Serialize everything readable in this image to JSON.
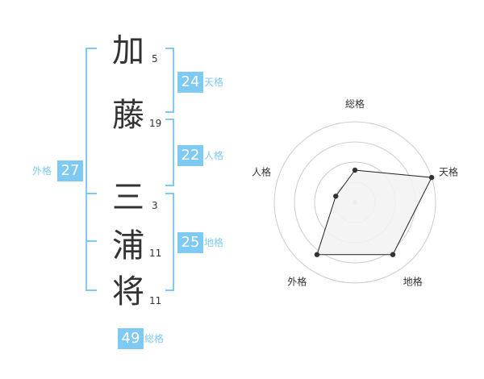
{
  "name": {
    "chars": [
      {
        "char": "加",
        "strokes": "5"
      },
      {
        "char": "藤",
        "strokes": "19"
      },
      {
        "char": "三",
        "strokes": "3"
      },
      {
        "char": "浦",
        "strokes": "11"
      },
      {
        "char": "将",
        "strokes": "11"
      }
    ]
  },
  "fortunes": {
    "tenkaku": {
      "label": "天格",
      "value": "24"
    },
    "jinkaku": {
      "label": "人格",
      "value": "22"
    },
    "chikaku": {
      "label": "地格",
      "value": "25"
    },
    "gaikaku": {
      "label": "外格",
      "value": "27"
    },
    "soukaku": {
      "label": "総格",
      "value": "49"
    }
  },
  "colors": {
    "accent": "#7fcaf3",
    "text": "#333333",
    "radar_fill": "#f2f2f2",
    "ring": "#cccccc"
  },
  "chart_data": {
    "type": "radar",
    "axes": [
      "総格",
      "天格",
      "地格",
      "外格",
      "人格"
    ],
    "values": [
      0.4,
      1.0,
      0.8,
      0.8,
      0.25
    ],
    "max": 1.0,
    "rings": 4
  }
}
